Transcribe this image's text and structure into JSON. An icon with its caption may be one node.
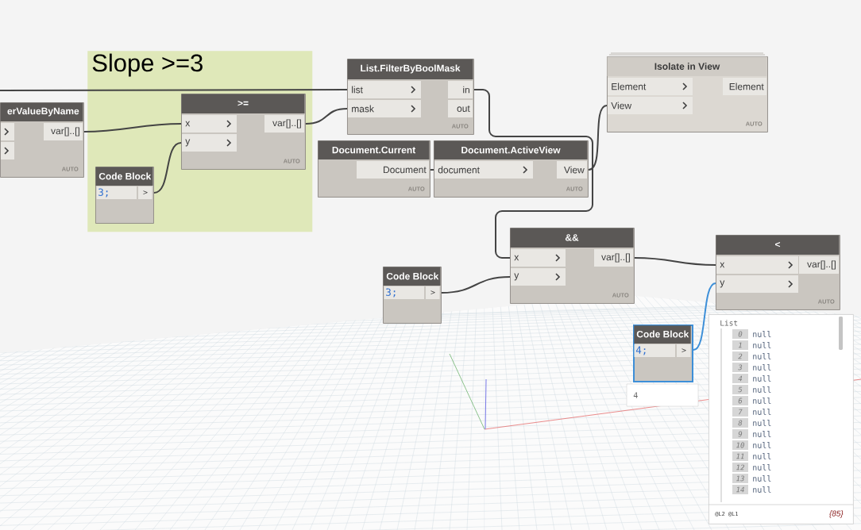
{
  "diagram": {
    "nodes": [
      {
        "text": [
          "Slope >=3"
        ]
      },
      {
        "text": [
          "erValueByName",
          "var[]..[]",
          "AUTO"
        ]
      },
      {
        "text": [
          ">=",
          "x",
          "y",
          "var[]..[]",
          "AUTO"
        ],
        "in": 0
      },
      {
        "text": [
          "Code Block",
          "3;",
          ">"
        ],
        "in": 0
      },
      {
        "text": [
          "List.FilterByBoolMask",
          "list",
          "mask",
          "in",
          "out",
          "AUTO"
        ]
      },
      {
        "text": [
          "Isolate in View",
          "Element",
          "View",
          "Element",
          "AUTO"
        ]
      },
      {
        "text": [
          "Document.Current",
          "Document",
          "AUTO"
        ]
      },
      {
        "text": [
          "Document.ActiveView",
          "document",
          "View",
          "AUTO"
        ]
      },
      {
        "text": [
          "&&",
          "x",
          "y",
          "var[]..[]",
          "AUTO"
        ]
      },
      {
        "text": [
          "Code Block",
          "3;",
          ">"
        ]
      },
      {
        "text": [
          "<",
          "x",
          "y",
          "var[]..[]",
          "AUTO"
        ]
      },
      {
        "text": [
          "Code Block",
          "4;",
          ">"
        ],
        "beside": [
          "4"
        ]
      },
      {
        "text": [
          "List",
          "0",
          "null",
          "1",
          "null",
          "2",
          "null",
          "3",
          "null",
          "4",
          "null",
          "5",
          "null",
          "6",
          "null",
          "7",
          "null",
          "8",
          "null",
          "9",
          "null",
          "10",
          "null",
          "11",
          "null",
          "12",
          "null",
          "13",
          "null",
          "14",
          "null",
          "@L2 @L1",
          "{85}"
        ]
      }
    ],
    "edges": [
      {
        "from": null,
        "to": 4,
        "arrow": "none"
      },
      {
        "from": 1,
        "to": 2,
        "arrow": "none"
      },
      {
        "from": 3,
        "to": 2,
        "arrow": "none"
      },
      {
        "from": 2,
        "to": 4,
        "arrow": "none"
      },
      {
        "from": 4,
        "to": 8,
        "arrow": "none"
      },
      {
        "from": 6,
        "to": 7,
        "arrow": "none"
      },
      {
        "from": 7,
        "to": 5,
        "arrow": "none"
      },
      {
        "from": 9,
        "to": 8,
        "arrow": "none"
      },
      {
        "from": 8,
        "to": 10,
        "arrow": "none"
      },
      {
        "from": 11,
        "to": 10,
        "arrow": "none",
        "color": "#3d8fd8"
      }
    ]
  }
}
